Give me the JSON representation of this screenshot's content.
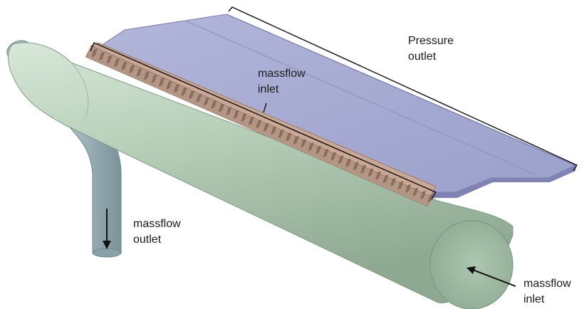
{
  "labels": {
    "pressure_outlet": [
      "Pressure",
      "outlet"
    ],
    "massflow_inlet_top": [
      "massflow",
      "inlet"
    ],
    "massflow_outlet": [
      "massflow",
      "outlet"
    ],
    "massflow_inlet_right": [
      "massflow",
      "inlet"
    ]
  },
  "colors": {
    "pipe_body": "#b6ceb8",
    "pipe_shadow": "#8fa994",
    "pipe_highlight": "#d8e8d9",
    "side_pipe": "#9ab0b6",
    "side_pipe_dark": "#6f878e",
    "plate_top": "#a3a8cf",
    "plate_side": "#8d91bd",
    "nozzle_strip": "#b89a86",
    "annotation": "#111111"
  },
  "nozzle_count": 46
}
